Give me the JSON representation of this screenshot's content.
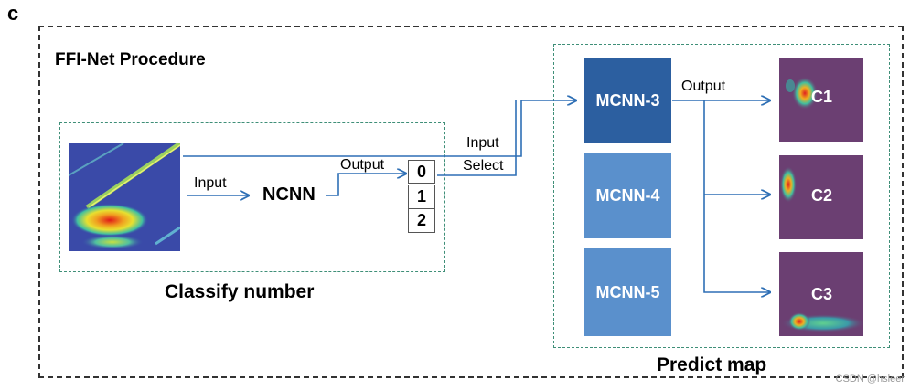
{
  "panel_letter": "c",
  "title": "FFI-Net Procedure",
  "classify": {
    "label": "Classify number",
    "input_label": "Input",
    "network": "NCNN",
    "output_label": "Output",
    "numbers": [
      "0",
      "1",
      "2"
    ]
  },
  "select": {
    "input_label": "Input",
    "select_label": "Select"
  },
  "predict": {
    "label": "Predict map",
    "output_label": "Output",
    "models": [
      "MCNN-3",
      "MCNN-4",
      "MCNN-5"
    ],
    "maps": [
      "C1",
      "C2",
      "C3"
    ]
  },
  "colors": {
    "dashed_outer": "#333333",
    "dashed_inner": "#3f8f78",
    "arrow": "#2e6fb5",
    "mcnn_active": "#2c5fa0",
    "mcnn_inactive": "#5a90cc",
    "map_bg": "#6b3f72"
  },
  "watermark": "CSDN @hsleer"
}
